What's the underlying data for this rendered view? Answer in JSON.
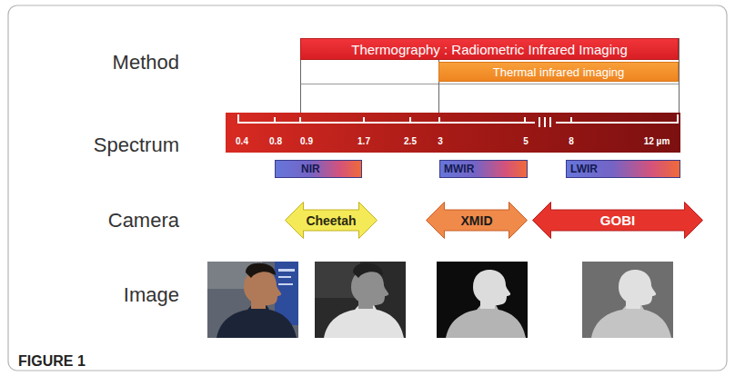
{
  "diagram": {
    "caption": "FIGURE 1",
    "nodes": [
      {
        "text": [
          "Thermography : Radiometric Infrared Imaging"
        ]
      },
      {
        "text": [
          "Thermal infrared imaging"
        ]
      },
      {
        "text": [
          "0.4",
          "0.8",
          "0.9",
          "1.7",
          "2.5",
          "3",
          "5",
          "8",
          "12 µm"
        ]
      },
      {
        "text": [
          "NIR"
        ]
      },
      {
        "text": [
          "MWIR"
        ]
      },
      {
        "text": [
          "LWIR"
        ]
      },
      {
        "text": [
          "Cheetah"
        ]
      },
      {
        "text": [
          "XMID"
        ]
      },
      {
        "text": [
          "GOBI"
        ]
      }
    ],
    "labels": [
      "Method",
      "Spectrum",
      "Camera",
      "Image"
    ]
  }
}
